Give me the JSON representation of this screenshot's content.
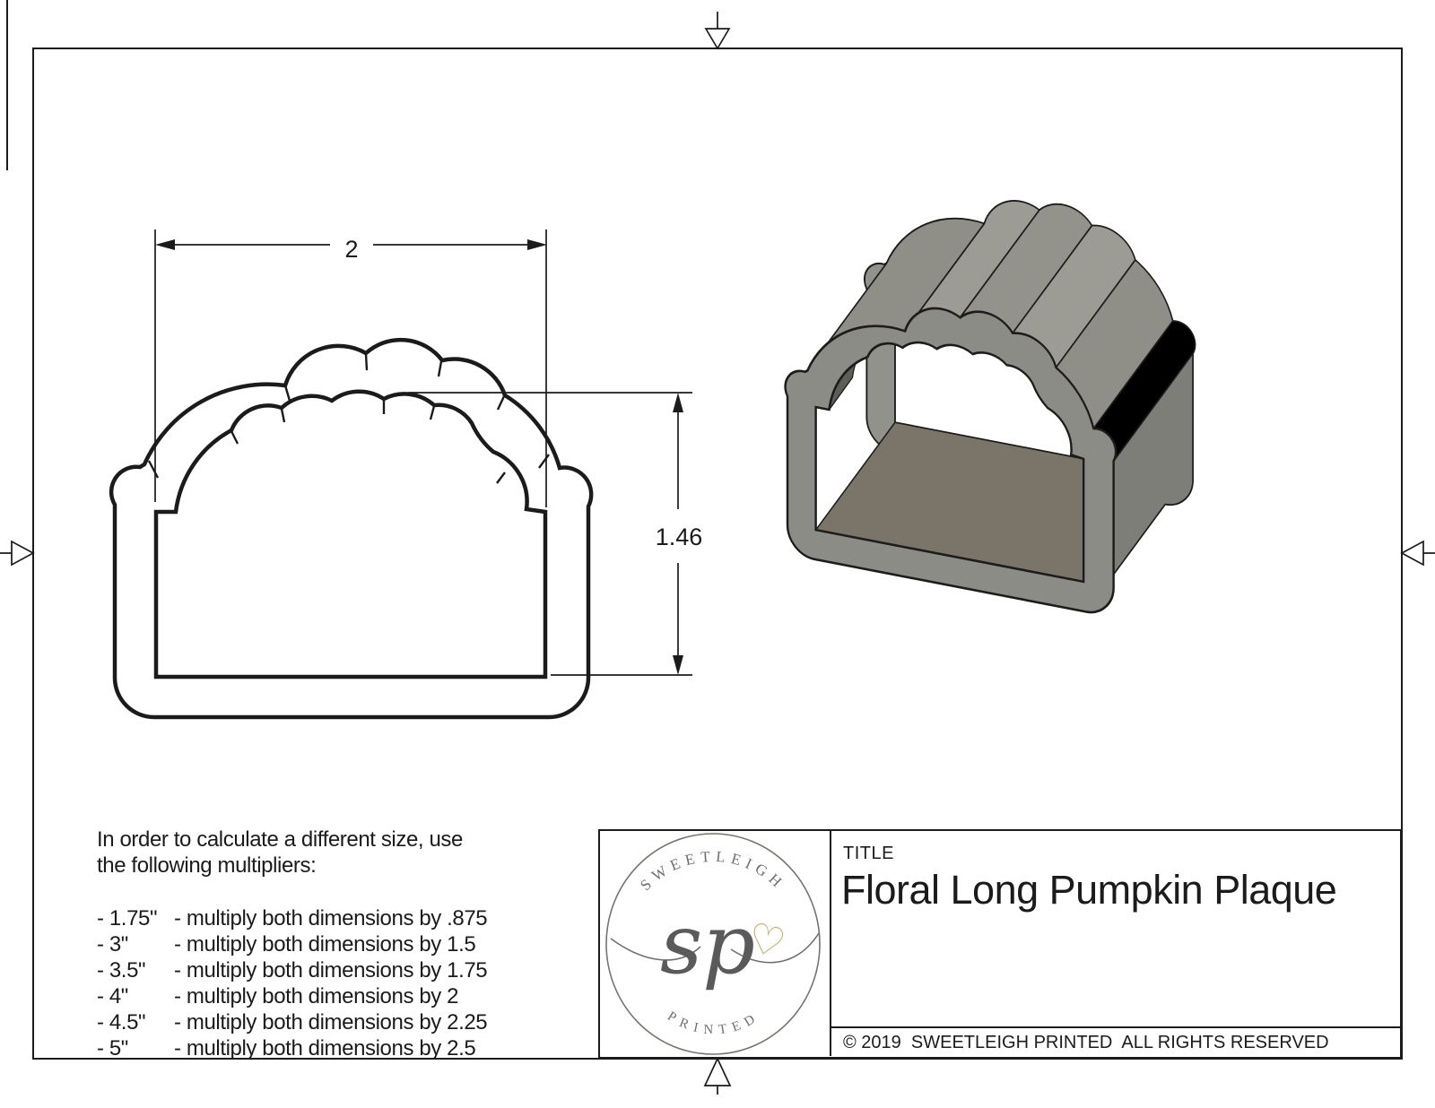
{
  "drawing": {
    "width_label": "2",
    "height_label": "1.46"
  },
  "sizing_note": {
    "intro_line1": "In order to calculate a different size, use",
    "intro_line2": "the following multipliers:",
    "multipliers": [
      {
        "size": "- 1.75\"",
        "rule": "- multiply both dimensions by .875"
      },
      {
        "size": "- 3\"",
        "rule": "- multiply both dimensions by 1.5"
      },
      {
        "size": "- 3.5\"",
        "rule": "- multiply both dimensions by 1.75"
      },
      {
        "size": "- 4\"",
        "rule": "- multiply both dimensions by 2"
      },
      {
        "size": "- 4.5\"",
        "rule": "- multiply both dimensions by 2.25"
      },
      {
        "size": "- 5\"",
        "rule": "- multiply both dimensions by 2.5"
      }
    ]
  },
  "title_block": {
    "title_label": "TITLE",
    "title": "Floral Long Pumpkin Plaque",
    "copyright": "© 2019  SWEETLEIGH PRINTED  ALL RIGHTS RESERVED"
  },
  "logo": {
    "arc_top": "SWEETLEIGH",
    "arc_bottom": "PRINTED",
    "monogram": "sp",
    "heart": "♡"
  },
  "colors": {
    "ink": "#1b1b1b",
    "logo_grey": "#6f6f6f",
    "heart_gold": "#c8b06a",
    "render_body": "#8c8c86",
    "render_light": "#9c9c94",
    "render_mid": "#90908a",
    "render_floor": "#7b7569",
    "render_dark": "#5e5e58"
  }
}
